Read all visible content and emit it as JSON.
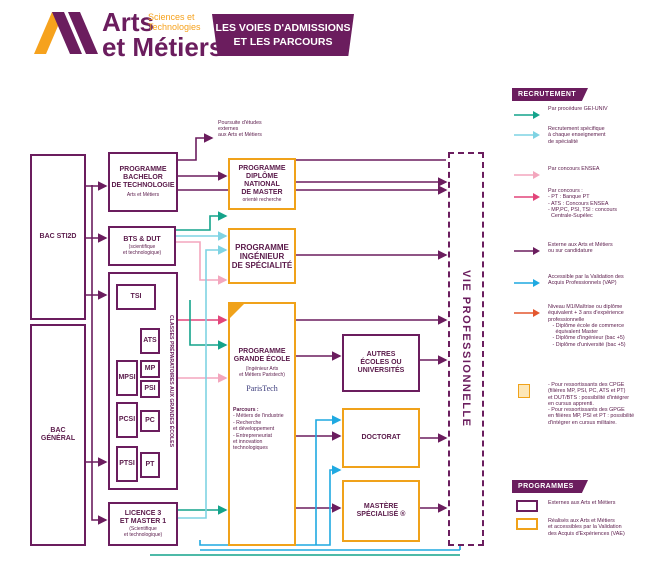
{
  "brand": {
    "name_line1": "Arts",
    "name_line2": "et Métiers",
    "sub1": "Sciences et",
    "sub2": "Technologies",
    "banner_line1": "LES VOIES D'ADMISSIONS",
    "banner_line2": "ET LES PARCOURS"
  },
  "colors": {
    "purple": "#6b1d5e",
    "orange": "#f0a21a",
    "green": "#14a38b",
    "light_blue": "#7fd3e3",
    "pink": "#f3a6bd",
    "red_pink": "#e2457a",
    "blue": "#1fa9e1",
    "red_orange": "#e4572e",
    "logo_orange": "#f6a21d"
  },
  "entries": {
    "bac_sti2d": "BAC STI2D",
    "bac_general_1": "BAC",
    "bac_general_2": "GÉNÉRAL",
    "bts_title": "BTS & DUT",
    "bts_sub1": "(scientifique",
    "bts_sub2": "et technologique)",
    "licence_title1": "LICENCE 3",
    "licence_title2": "ET MASTER 1",
    "licence_sub1": "(Scientifique",
    "licence_sub2": "et technologique)"
  },
  "cpge": {
    "vertical_label": "CLASSES PRÉPARATOIRES AUX GRANDES ÉCOLES",
    "tsi": "TSI",
    "ats": "ATS",
    "mpsi": "MPSI",
    "mp": "MP",
    "psi": "PSI",
    "pcsi": "PCSI",
    "pc": "PC",
    "ptsi": "PTSI",
    "pt": "PT"
  },
  "programs": {
    "bachelor_1": "PROGRAMME",
    "bachelor_2": "BACHELOR",
    "bachelor_3": "DE TECHNOLOGIE",
    "bachelor_sub": "Arts et Métiers",
    "poursuite_1": "Poursuite d'études",
    "poursuite_2": "externes",
    "poursuite_3": "aux Arts et Métiers",
    "master_1": "PROGRAMME",
    "master_2": "DIPLÔME NATIONAL",
    "master_3": "DE MASTER",
    "master_sub": "orienté recherche",
    "ingenieur_1": "PROGRAMME",
    "ingenieur_2": "INGÉNIEUR",
    "ingenieur_3": "DE SPÉCIALITÉ",
    "ge_1": "PROGRAMME",
    "ge_2": "GRANDE ÉCOLE",
    "ge_sub1": "(Ingénieur Arts",
    "ge_sub2": "et Métiers Paristech)",
    "paristech": "ParisTech",
    "parcours_title": "Parcours :",
    "parcours_1": "- Métiers de l'industrie",
    "parcours_2": "- Recherche",
    "parcours_3": "  et développement",
    "parcours_4": "- Entrepreneuriat",
    "parcours_5": "  et innovation",
    "parcours_6": "  technologiques",
    "autres_1": "AUTRES",
    "autres_2": "ÉCOLES OU",
    "autres_3": "UNIVERSITÉS",
    "doctorat": "DOCTORAT",
    "mastere_1": "MASTÈRE",
    "mastere_2": "SPÉCIALISÉ ®",
    "vie_pro": "VIE PROFESSIONNELLE"
  },
  "legend": {
    "recrutement": "RECRUTEMENT",
    "items": [
      [
        "Par procédure GEI-UNIV"
      ],
      [
        "Recrutement spécifique",
        "à chaque enseignement",
        "de spécialité"
      ],
      [
        "Par concours ENSEA"
      ],
      [
        "Par concours :",
        "- PT : Banque PT",
        "- ATS : Concours ENSEA",
        "- MP,PC, PSI, TSI : concours",
        "  Centrale-Supélec"
      ],
      [
        "Externe aux Arts et Métiers",
        "ou sur candidature"
      ],
      [
        "Accessible par la Validation des",
        "Acquis Professionnels (VAP)"
      ],
      [
        "Niveau M1/Maîtrise ou diplôme",
        "équivalent + 3 ans d'expérience",
        "professionnelle",
        "   - Diplôme école de commerce",
        "     équivalent Master",
        "   - Diplôme d'ingénieur (bac +5)",
        "   - Diplôme d'université (bac +5)"
      ],
      [
        "- Pour ressortissants des CPGE",
        "(filières MP, PSI, PC, ATS et PT)",
        "et DUT/BTS : possibilité d'intégrer",
        "en cursus apprenti.",
        "- Pour ressortissants des GPGE",
        "en filières MP, PSI et PT : possibilité",
        "d'intégrer en cursus militaire."
      ]
    ],
    "programmes": "PROGRAMMES",
    "prog_items": [
      [
        "Externes aux Arts et Métiers"
      ],
      [
        "Réalisés aux Arts et Métiers",
        "et accessibles par la Validation",
        "des Acquis d'Expériences (VAE)"
      ]
    ]
  }
}
